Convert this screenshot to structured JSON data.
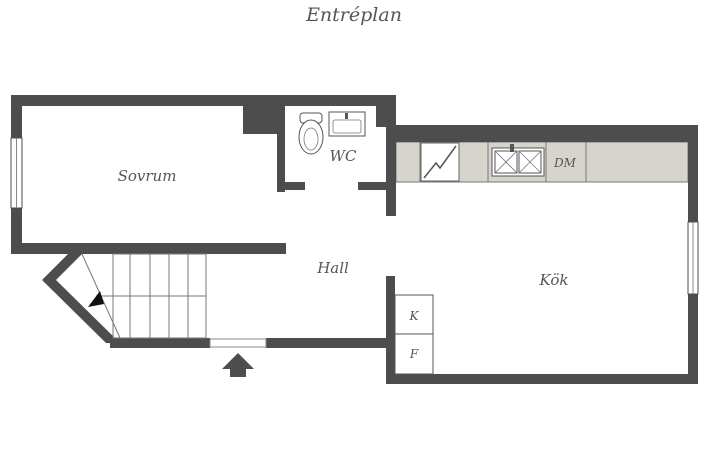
{
  "title": "Entréplan",
  "rooms": {
    "bedroom": "Sovrum",
    "wc": "WC",
    "hall": "Hall",
    "kitchen": "Kök"
  },
  "appliances": {
    "dishwasher": "DM",
    "fridge_k": "K",
    "freezer_f": "F"
  },
  "colors": {
    "wall": "#4d4d4d",
    "counter": "#d6d4cc",
    "fixture_stroke": "#555555",
    "label": "#555555"
  }
}
